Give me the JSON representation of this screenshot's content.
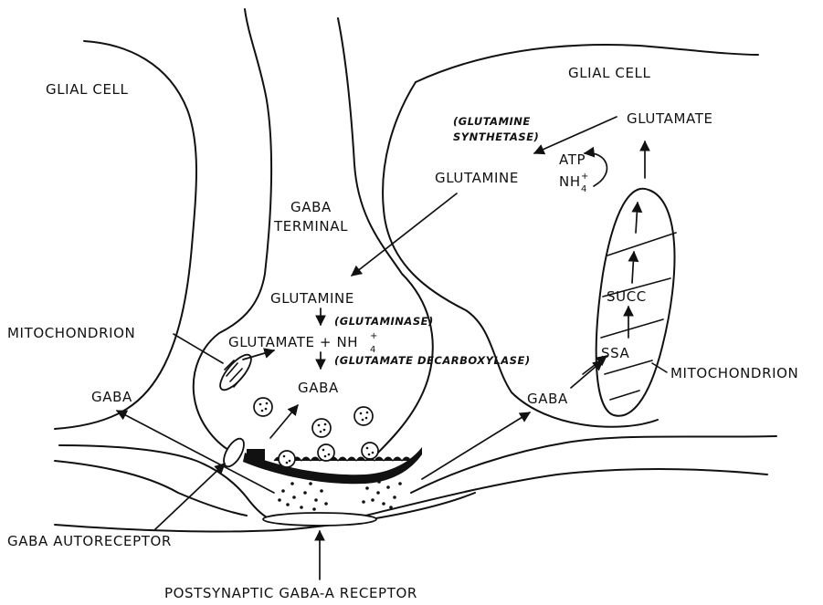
{
  "labels": {
    "glial_cell_left": "GLIAL CELL",
    "glial_cell_right": "GLIAL CELL",
    "gaba_terminal_1": "GABA",
    "gaba_terminal_2": "TERMINAL",
    "glutamate_glia": "GLUTAMATE",
    "glutamine_synthetase_1": "(GLUTAMINE",
    "glutamine_synthetase_2": "SYNTHETASE)",
    "atp": "ATP",
    "nh4_glia": "NH",
    "glutamine_glia": "GLUTAMINE",
    "glutamine_terminal": "GLUTAMINE",
    "glutaminase": "(GLUTAMINASE)",
    "glutamate_terminal": "GLUTAMATE + NH",
    "glutamate_decarboxylase": "(GLUTAMATE DECARBOXYLASE)",
    "gaba_terminal": "GABA",
    "mitochondrion_left": "MITOCHONDRION",
    "gaba_left": "GABA",
    "gaba_right": "GABA",
    "succ": "SUCC",
    "ssa": "SSA",
    "mitochondrion_right": "MITOCHONDRION",
    "gaba_autoreceptor": "GABA AUTORECEPTOR",
    "postsynaptic_receptor": "POSTSYNAPTIC GABA-A RECEPTOR",
    "subscript_4": "4",
    "superscript_plus": "+"
  },
  "colors": {
    "ink": "#111111",
    "paper": "#ffffff"
  }
}
